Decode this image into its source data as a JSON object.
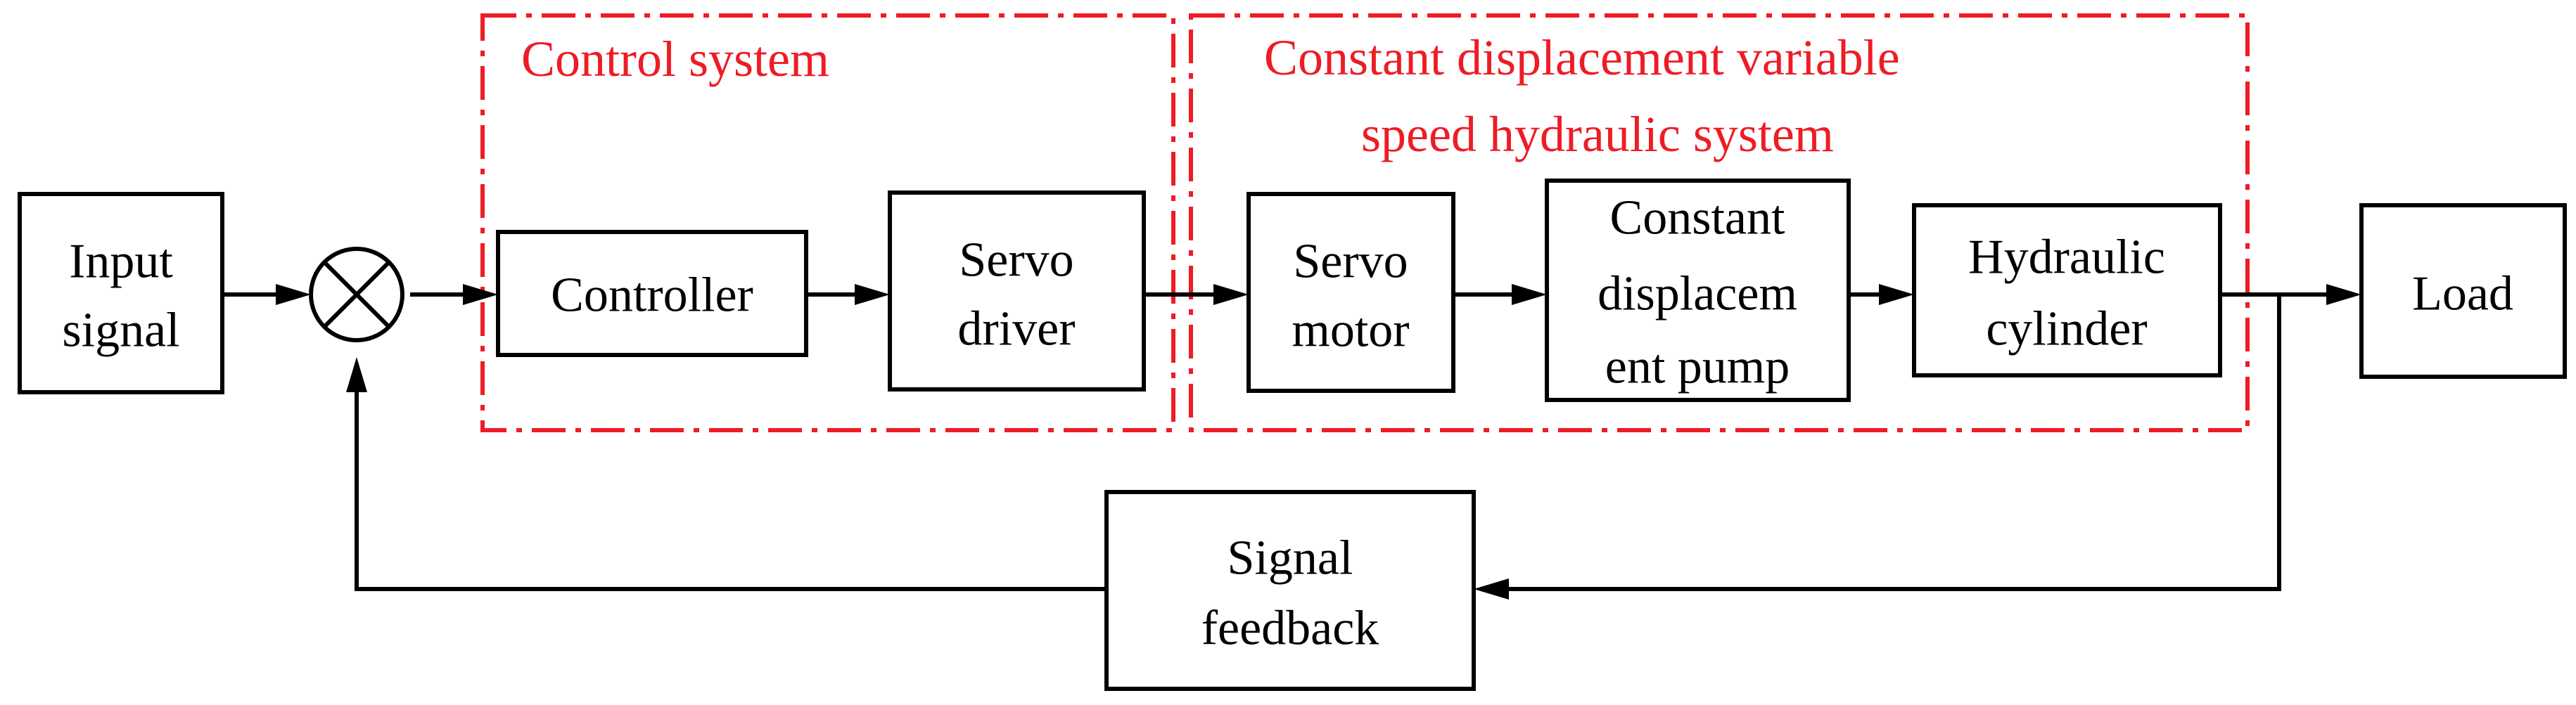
{
  "colors": {
    "frame": "#ee1c25",
    "ink": "#000000"
  },
  "groups": {
    "control_system": {
      "label": "Control system"
    },
    "hydraulic_system": {
      "label_line1": "Constant displacement variable",
      "label_line2": "speed hydraulic system"
    }
  },
  "blocks": {
    "input_signal": {
      "line1": "Input",
      "line2": "signal"
    },
    "controller": {
      "line1": "Controller"
    },
    "servo_driver": {
      "line1": "Servo",
      "line2": "driver"
    },
    "servo_motor": {
      "line1": "Servo",
      "line2": "motor"
    },
    "pump": {
      "line1": "Constant",
      "line2": "displacem",
      "line3": "ent pump"
    },
    "hydraulic_cylinder": {
      "line1": "Hydraulic",
      "line2": "cylinder"
    },
    "load": {
      "line1": "Load"
    },
    "signal_feedback": {
      "line1": "Signal",
      "line2": "feedback"
    }
  },
  "summing_junction": {
    "icon": "summing-junction-cross-icon"
  }
}
